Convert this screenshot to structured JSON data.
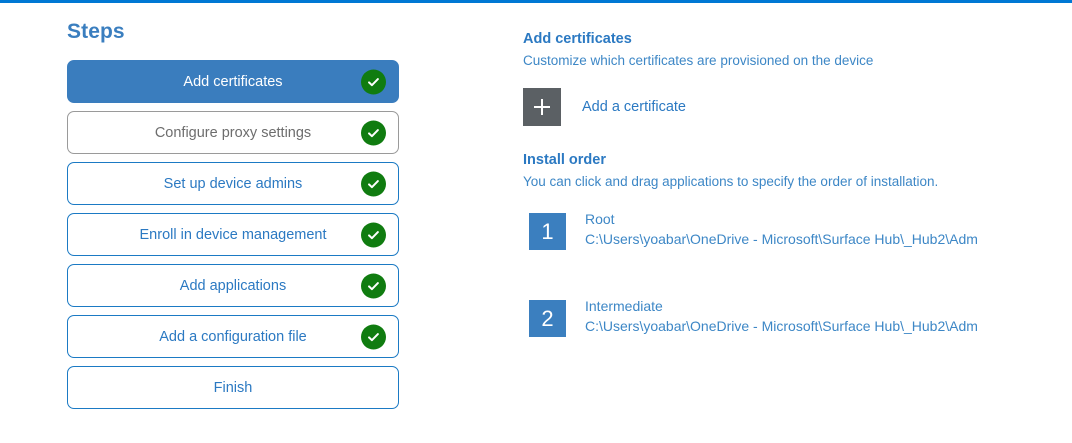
{
  "theme": {
    "accent_blue": "#0078d4",
    "link_blue": "#2b79c2",
    "active_step_bg": "#3a7dbe",
    "check_green": "#107c10",
    "tile_gray": "#5b6064",
    "number_tile_blue": "#3b7fbf"
  },
  "steps_panel": {
    "heading": "Steps",
    "items": [
      {
        "label": "Add certificates",
        "state": "active",
        "completed": true,
        "icon": "check-circle-icon"
      },
      {
        "label": "Configure proxy settings",
        "state": "muted",
        "completed": true,
        "icon": "check-circle-icon"
      },
      {
        "label": "Set up device admins",
        "state": "default",
        "completed": true,
        "icon": "check-circle-icon"
      },
      {
        "label": "Enroll in device management",
        "state": "default",
        "completed": true,
        "icon": "check-circle-icon"
      },
      {
        "label": "Add applications",
        "state": "default",
        "completed": true,
        "icon": "check-circle-icon"
      },
      {
        "label": "Add a configuration file",
        "state": "default",
        "completed": true,
        "icon": "check-circle-icon"
      },
      {
        "label": "Finish",
        "state": "default",
        "completed": false,
        "icon": ""
      }
    ]
  },
  "detail_panel": {
    "certificates_section": {
      "title": "Add certificates",
      "subtitle": "Customize which certificates are provisioned on the device",
      "add_button_label": "Add a certificate",
      "add_button_icon": "plus-icon"
    },
    "install_order_section": {
      "title": "Install order",
      "subtitle": "You can click and drag applications to specify the order of installation.",
      "items": [
        {
          "number": "1",
          "name": "Root",
          "path": "C:\\Users\\yoabar\\OneDrive - Microsoft\\Surface Hub\\_Hub2\\Adm"
        },
        {
          "number": "2",
          "name": "Intermediate",
          "path": "C:\\Users\\yoabar\\OneDrive - Microsoft\\Surface Hub\\_Hub2\\Adm"
        }
      ]
    }
  }
}
